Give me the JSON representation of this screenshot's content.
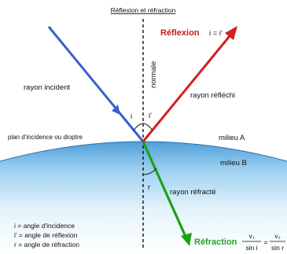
{
  "title": "Réflexion et réfraction",
  "reflexion": {
    "heading": "Réflexion",
    "law": "i = i'"
  },
  "refraction": {
    "heading": "Réfraction",
    "num_left": "v₁",
    "den_left": "sin i",
    "equals": "=",
    "num_right": "v₂",
    "den_right": "sin r"
  },
  "labels": {
    "incident_ray": "rayon incident",
    "reflected_ray": "rayon réfléchi",
    "refracted_ray": "rayon réfracté",
    "normal": "normale",
    "interface": "plan d'incidence ou dioptre",
    "medium_a": "milieu A",
    "medium_b": "milieu B",
    "angle_i": "i",
    "angle_i_prime": "i'",
    "angle_r": "r"
  },
  "legend": [
    "i = angle d'incidence",
    "i' = angle de réflexion",
    "r = angle de réfraction"
  ],
  "colors": {
    "incident": "#3a5fcd",
    "reflected": "#d42020",
    "refracted": "#19a319",
    "medium_b": "#7fc3ec"
  }
}
